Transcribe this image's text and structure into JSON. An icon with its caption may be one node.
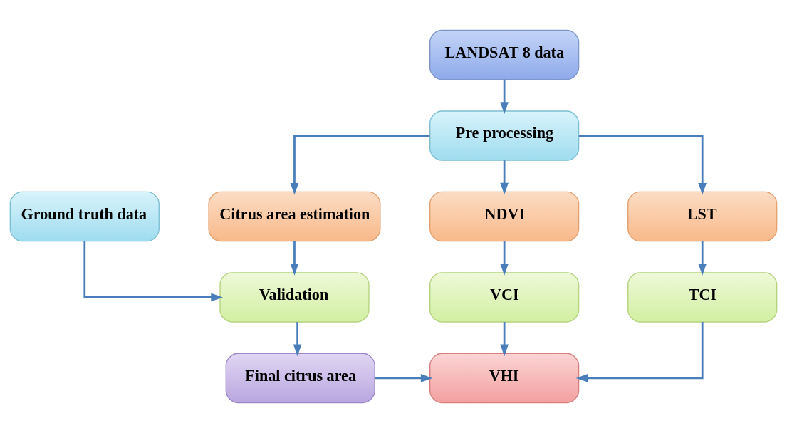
{
  "diagram": {
    "nodes": [
      {
        "text": [
          "LANDSAT 8 data"
        ]
      },
      {
        "text": [
          "Pre processing"
        ]
      },
      {
        "text": [
          "Citrus area estimation"
        ]
      },
      {
        "text": [
          "NDVI"
        ]
      },
      {
        "text": [
          "LST"
        ]
      },
      {
        "text": [
          "Ground truth data"
        ]
      },
      {
        "text": [
          "Validation"
        ]
      },
      {
        "text": [
          "VCI"
        ]
      },
      {
        "text": [
          "TCI"
        ]
      },
      {
        "text": [
          "Final citrus area"
        ]
      },
      {
        "text": [
          "VHI"
        ]
      }
    ],
    "edges": [
      {
        "from": 0,
        "to": 1,
        "arrow": "to"
      },
      {
        "from": 1,
        "to": 2,
        "arrow": "to"
      },
      {
        "from": 1,
        "to": 3,
        "arrow": "to"
      },
      {
        "from": 1,
        "to": 4,
        "arrow": "to"
      },
      {
        "from": 2,
        "to": 6,
        "arrow": "to"
      },
      {
        "from": 5,
        "to": 6,
        "arrow": "to"
      },
      {
        "from": 3,
        "to": 7,
        "arrow": "to"
      },
      {
        "from": 4,
        "to": 8,
        "arrow": "to"
      },
      {
        "from": 6,
        "to": 9,
        "arrow": "to"
      },
      {
        "from": 7,
        "to": 10,
        "arrow": "to"
      },
      {
        "from": 8,
        "to": 10,
        "arrow": "to"
      },
      {
        "from": 9,
        "to": 10,
        "arrow": "to"
      }
    ]
  }
}
